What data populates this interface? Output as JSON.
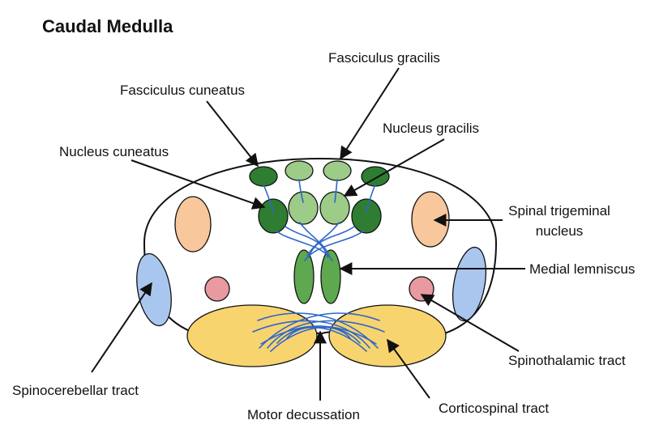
{
  "title": "Caudal Medulla",
  "labels": {
    "fasciculus_gracilis": "Fasciculus gracilis",
    "fasciculus_cuneatus": "Fasciculus cuneatus",
    "nucleus_gracilis": "Nucleus gracilis",
    "nucleus_cuneatus": "Nucleus cuneatus",
    "spinal_trigeminal_line1": "Spinal trigeminal",
    "spinal_trigeminal_line2": "nucleus",
    "medial_lemniscus": "Medial lemniscus",
    "spinothalamic_tract": "Spinothalamic tract",
    "spinocerebellar_tract": "Spinocerebellar tract",
    "motor_decussation": "Motor decussation",
    "corticospinal_tract": "Corticospinal tract"
  },
  "colors": {
    "dark_green": "#2e7d32",
    "light_green": "#9ccc88",
    "mid_green": "#5ea84f",
    "peach": "#f8c79c",
    "pink": "#e99aa0",
    "light_blue": "#a9c6ee",
    "yellow": "#f8d46f",
    "fiber_blue": "#2f67c9"
  }
}
